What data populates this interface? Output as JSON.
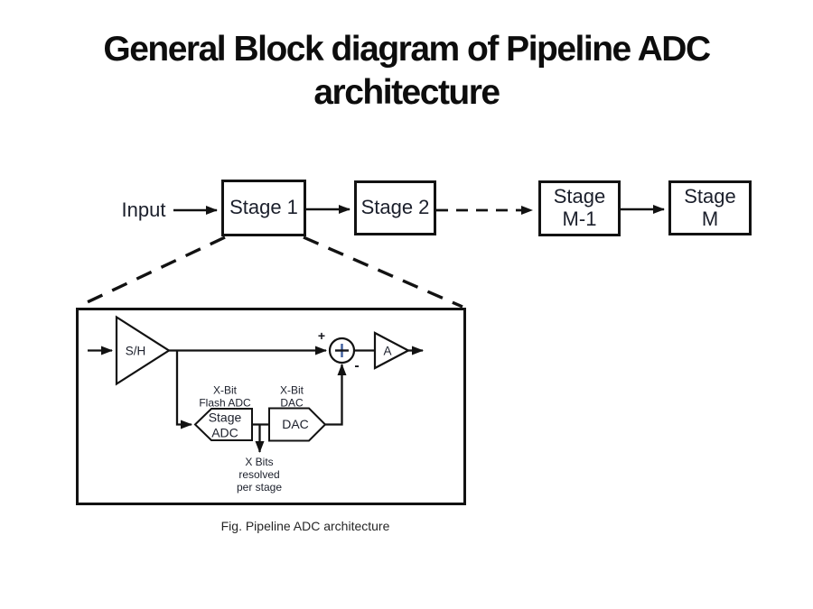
{
  "slide": {
    "title_line1": "General Block diagram of Pipeline ADC",
    "title_line2": "architecture",
    "caption": "Fig. Pipeline ADC architecture"
  },
  "pipeline": {
    "input_label": "Input",
    "stage1": "Stage 1",
    "stage2": "Stage 2",
    "stage_m1_line1": "Stage",
    "stage_m1_line2": "M-1",
    "stage_m_line1": "Stage",
    "stage_m_line2": "M"
  },
  "stage_detail": {
    "sample_hold": "S/H",
    "summer_plus_input": "+",
    "summer_minus_input": "-",
    "amplifier": "A",
    "flash_adc_caption_line1": "X-Bit",
    "flash_adc_caption_line2": "Flash ADC",
    "stage_adc_line1": "Stage",
    "stage_adc_line2": "ADC",
    "dac_caption_line1": "X-Bit",
    "dac_caption_line2": "DAC",
    "dac_block": "DAC",
    "bits_note_line1": "X Bits",
    "bits_note_line2": "resolved",
    "bits_note_line3": "per stage"
  },
  "colors": {
    "background": "#ffffff",
    "line": "#121212",
    "text": "#1b1f2b",
    "title": "#0d0d0d",
    "summer_plus_accent": "#3e5e9e"
  }
}
